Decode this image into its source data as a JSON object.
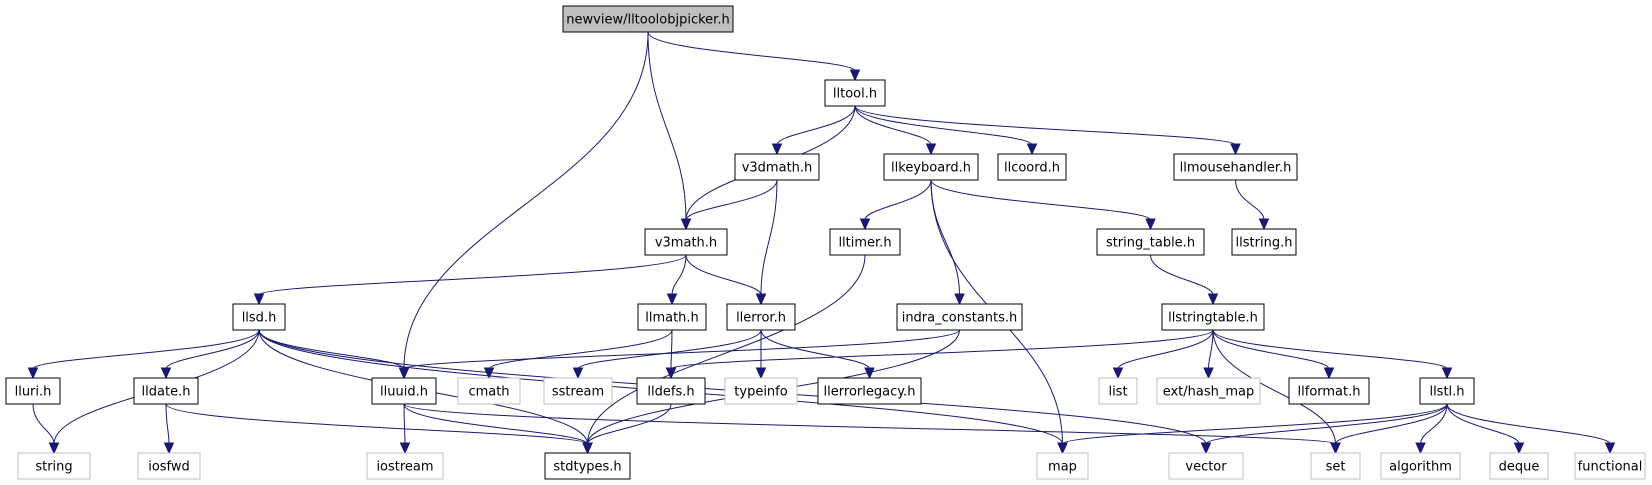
{
  "colors": {
    "edge": "#191970",
    "root_fill": "#bfbfbf",
    "node_fill": "#ffffff",
    "node_stroke": "#000000",
    "external_stroke": "#bfbfbf"
  },
  "nodes": [
    {
      "id": "root",
      "label": "newview/lltoolobjpicker.h",
      "style": "root"
    },
    {
      "id": "lltool",
      "label": "lltool.h",
      "style": "normal"
    },
    {
      "id": "v3dmath",
      "label": "v3dmath.h",
      "style": "normal"
    },
    {
      "id": "llkeyboard",
      "label": "llkeyboard.h",
      "style": "normal"
    },
    {
      "id": "llcoord",
      "label": "llcoord.h",
      "style": "normal"
    },
    {
      "id": "llmousehandler",
      "label": "llmousehandler.h",
      "style": "normal"
    },
    {
      "id": "v3math",
      "label": "v3math.h",
      "style": "normal"
    },
    {
      "id": "lltimer",
      "label": "lltimer.h",
      "style": "normal"
    },
    {
      "id": "string_table",
      "label": "string_table.h",
      "style": "normal"
    },
    {
      "id": "llstring",
      "label": "llstring.h",
      "style": "normal"
    },
    {
      "id": "llsd",
      "label": "llsd.h",
      "style": "normal"
    },
    {
      "id": "llmath",
      "label": "llmath.h",
      "style": "normal"
    },
    {
      "id": "llerror",
      "label": "llerror.h",
      "style": "normal"
    },
    {
      "id": "indra_constants",
      "label": "indra_constants.h",
      "style": "normal"
    },
    {
      "id": "llstringtable",
      "label": "llstringtable.h",
      "style": "normal"
    },
    {
      "id": "lluri",
      "label": "lluri.h",
      "style": "normal"
    },
    {
      "id": "lldate",
      "label": "lldate.h",
      "style": "normal"
    },
    {
      "id": "lluuid",
      "label": "lluuid.h",
      "style": "normal"
    },
    {
      "id": "cmath",
      "label": "cmath",
      "style": "external"
    },
    {
      "id": "sstream",
      "label": "sstream",
      "style": "external"
    },
    {
      "id": "lldefs",
      "label": "lldefs.h",
      "style": "normal"
    },
    {
      "id": "typeinfo",
      "label": "typeinfo",
      "style": "external"
    },
    {
      "id": "llerrorlegacy",
      "label": "llerrorlegacy.h",
      "style": "normal"
    },
    {
      "id": "list",
      "label": "list",
      "style": "external"
    },
    {
      "id": "hash_map",
      "label": "ext/hash_map",
      "style": "external"
    },
    {
      "id": "llformat",
      "label": "llformat.h",
      "style": "normal"
    },
    {
      "id": "llstl",
      "label": "llstl.h",
      "style": "normal"
    },
    {
      "id": "string",
      "label": "string",
      "style": "external"
    },
    {
      "id": "iosfwd",
      "label": "iosfwd",
      "style": "external"
    },
    {
      "id": "iostream",
      "label": "iostream",
      "style": "external"
    },
    {
      "id": "stdtypes",
      "label": "stdtypes.h",
      "style": "normal"
    },
    {
      "id": "map",
      "label": "map",
      "style": "external"
    },
    {
      "id": "vector",
      "label": "vector",
      "style": "external"
    },
    {
      "id": "set",
      "label": "set",
      "style": "external"
    },
    {
      "id": "algorithm",
      "label": "algorithm",
      "style": "external"
    },
    {
      "id": "deque",
      "label": "deque",
      "style": "external"
    },
    {
      "id": "functional",
      "label": "functional",
      "style": "external"
    }
  ],
  "edges": [
    [
      "root",
      "lltool"
    ],
    [
      "root",
      "v3math"
    ],
    [
      "root",
      "lluuid"
    ],
    [
      "lltool",
      "v3dmath"
    ],
    [
      "lltool",
      "llkeyboard"
    ],
    [
      "lltool",
      "llcoord"
    ],
    [
      "lltool",
      "llmousehandler"
    ],
    [
      "lltool",
      "v3math"
    ],
    [
      "v3dmath",
      "v3math"
    ],
    [
      "v3dmath",
      "llerror"
    ],
    [
      "llkeyboard",
      "lltimer"
    ],
    [
      "llkeyboard",
      "indra_constants"
    ],
    [
      "llkeyboard",
      "string_table"
    ],
    [
      "llkeyboard",
      "map"
    ],
    [
      "llmousehandler",
      "llstring"
    ],
    [
      "v3math",
      "llsd"
    ],
    [
      "v3math",
      "llmath"
    ],
    [
      "v3math",
      "llerror"
    ],
    [
      "lltimer",
      "stdtypes"
    ],
    [
      "string_table",
      "llstringtable"
    ],
    [
      "llsd",
      "lluri"
    ],
    [
      "llsd",
      "lldate"
    ],
    [
      "llsd",
      "lluuid"
    ],
    [
      "llsd",
      "string"
    ],
    [
      "llsd",
      "stdtypes"
    ],
    [
      "llsd",
      "map"
    ],
    [
      "llsd",
      "vector"
    ],
    [
      "llmath",
      "cmath"
    ],
    [
      "llmath",
      "lldefs"
    ],
    [
      "llerror",
      "sstream"
    ],
    [
      "llerror",
      "typeinfo"
    ],
    [
      "llerror",
      "llerrorlegacy"
    ],
    [
      "indra_constants",
      "lluuid"
    ],
    [
      "indra_constants",
      "stdtypes"
    ],
    [
      "llstringtable",
      "list"
    ],
    [
      "llstringtable",
      "hash_map"
    ],
    [
      "llstringtable",
      "llformat"
    ],
    [
      "llstringtable",
      "llstl"
    ],
    [
      "llstringtable",
      "lldefs"
    ],
    [
      "llstringtable",
      "set"
    ],
    [
      "lluri",
      "string"
    ],
    [
      "lldate",
      "iosfwd"
    ],
    [
      "lldate",
      "stdtypes"
    ],
    [
      "lluuid",
      "iostream"
    ],
    [
      "lluuid",
      "stdtypes"
    ],
    [
      "lluuid",
      "set"
    ],
    [
      "lldefs",
      "stdtypes"
    ],
    [
      "llstl",
      "map"
    ],
    [
      "llstl",
      "vector"
    ],
    [
      "llstl",
      "set"
    ],
    [
      "llstl",
      "algorithm"
    ],
    [
      "llstl",
      "deque"
    ],
    [
      "llstl",
      "functional"
    ]
  ]
}
